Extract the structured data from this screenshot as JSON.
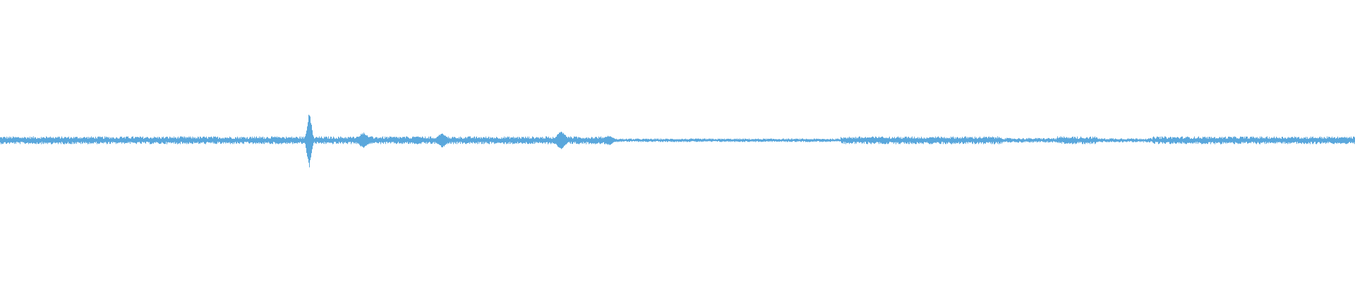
{
  "waveform": {
    "color": "#5aa7dc",
    "background": "#ffffff",
    "baseline_amplitude": 0.06,
    "peaks": [
      {
        "position": 0.035,
        "amplitude": 0.1
      },
      {
        "position": 0.09,
        "amplitude": 0.08
      },
      {
        "position": 0.19,
        "amplitude": 0.09
      },
      {
        "position": 0.205,
        "amplitude": 0.12
      },
      {
        "position": 0.228,
        "amplitude": 1.0
      },
      {
        "position": 0.268,
        "amplitude": 0.28
      },
      {
        "position": 0.308,
        "amplitude": 0.15
      },
      {
        "position": 0.326,
        "amplitude": 0.25
      },
      {
        "position": 0.414,
        "amplitude": 0.32
      },
      {
        "position": 0.449,
        "amplitude": 0.17
      },
      {
        "position": 0.625,
        "amplitude": 0.07
      },
      {
        "position": 0.652,
        "amplitude": 0.11
      },
      {
        "position": 0.687,
        "amplitude": 0.12
      },
      {
        "position": 0.79,
        "amplitude": 0.09
      },
      {
        "position": 0.894,
        "amplitude": 0.08
      },
      {
        "position": 0.958,
        "amplitude": 0.07
      },
      {
        "position": 0.99,
        "amplitude": 0.11
      }
    ],
    "quiet_ranges": [
      {
        "start": 0.45,
        "end": 0.62,
        "level": 0.45
      },
      {
        "start": 0.74,
        "end": 0.78,
        "level": 0.6
      },
      {
        "start": 0.81,
        "end": 0.85,
        "level": 0.55
      }
    ]
  }
}
